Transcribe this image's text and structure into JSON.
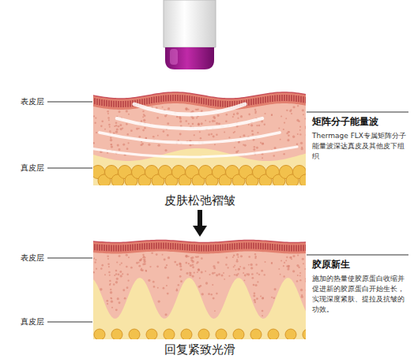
{
  "diagram": {
    "nodes": [
      {
        "text": [
          "皮肤松弛褶皱"
        ]
      },
      {
        "text": [
          "回复紧致光滑"
        ]
      },
      {
        "text": [
          "矩阵分子能量波",
          "Thermage FLX专属矩阵分子能量波深达真皮及其他皮下组织"
        ]
      },
      {
        "text": [
          "胶原新生",
          "施加的热量使胶原蛋白收缩并促进新的胶原蛋白开始生长，实现深度紧肤、提拉及抗皱的功效。"
        ]
      }
    ],
    "edges": [
      {
        "from": 0,
        "to": 1,
        "arrow": "to"
      }
    ],
    "labels": [
      "表皮层",
      "真皮层",
      "表皮层",
      "真皮层"
    ]
  }
}
